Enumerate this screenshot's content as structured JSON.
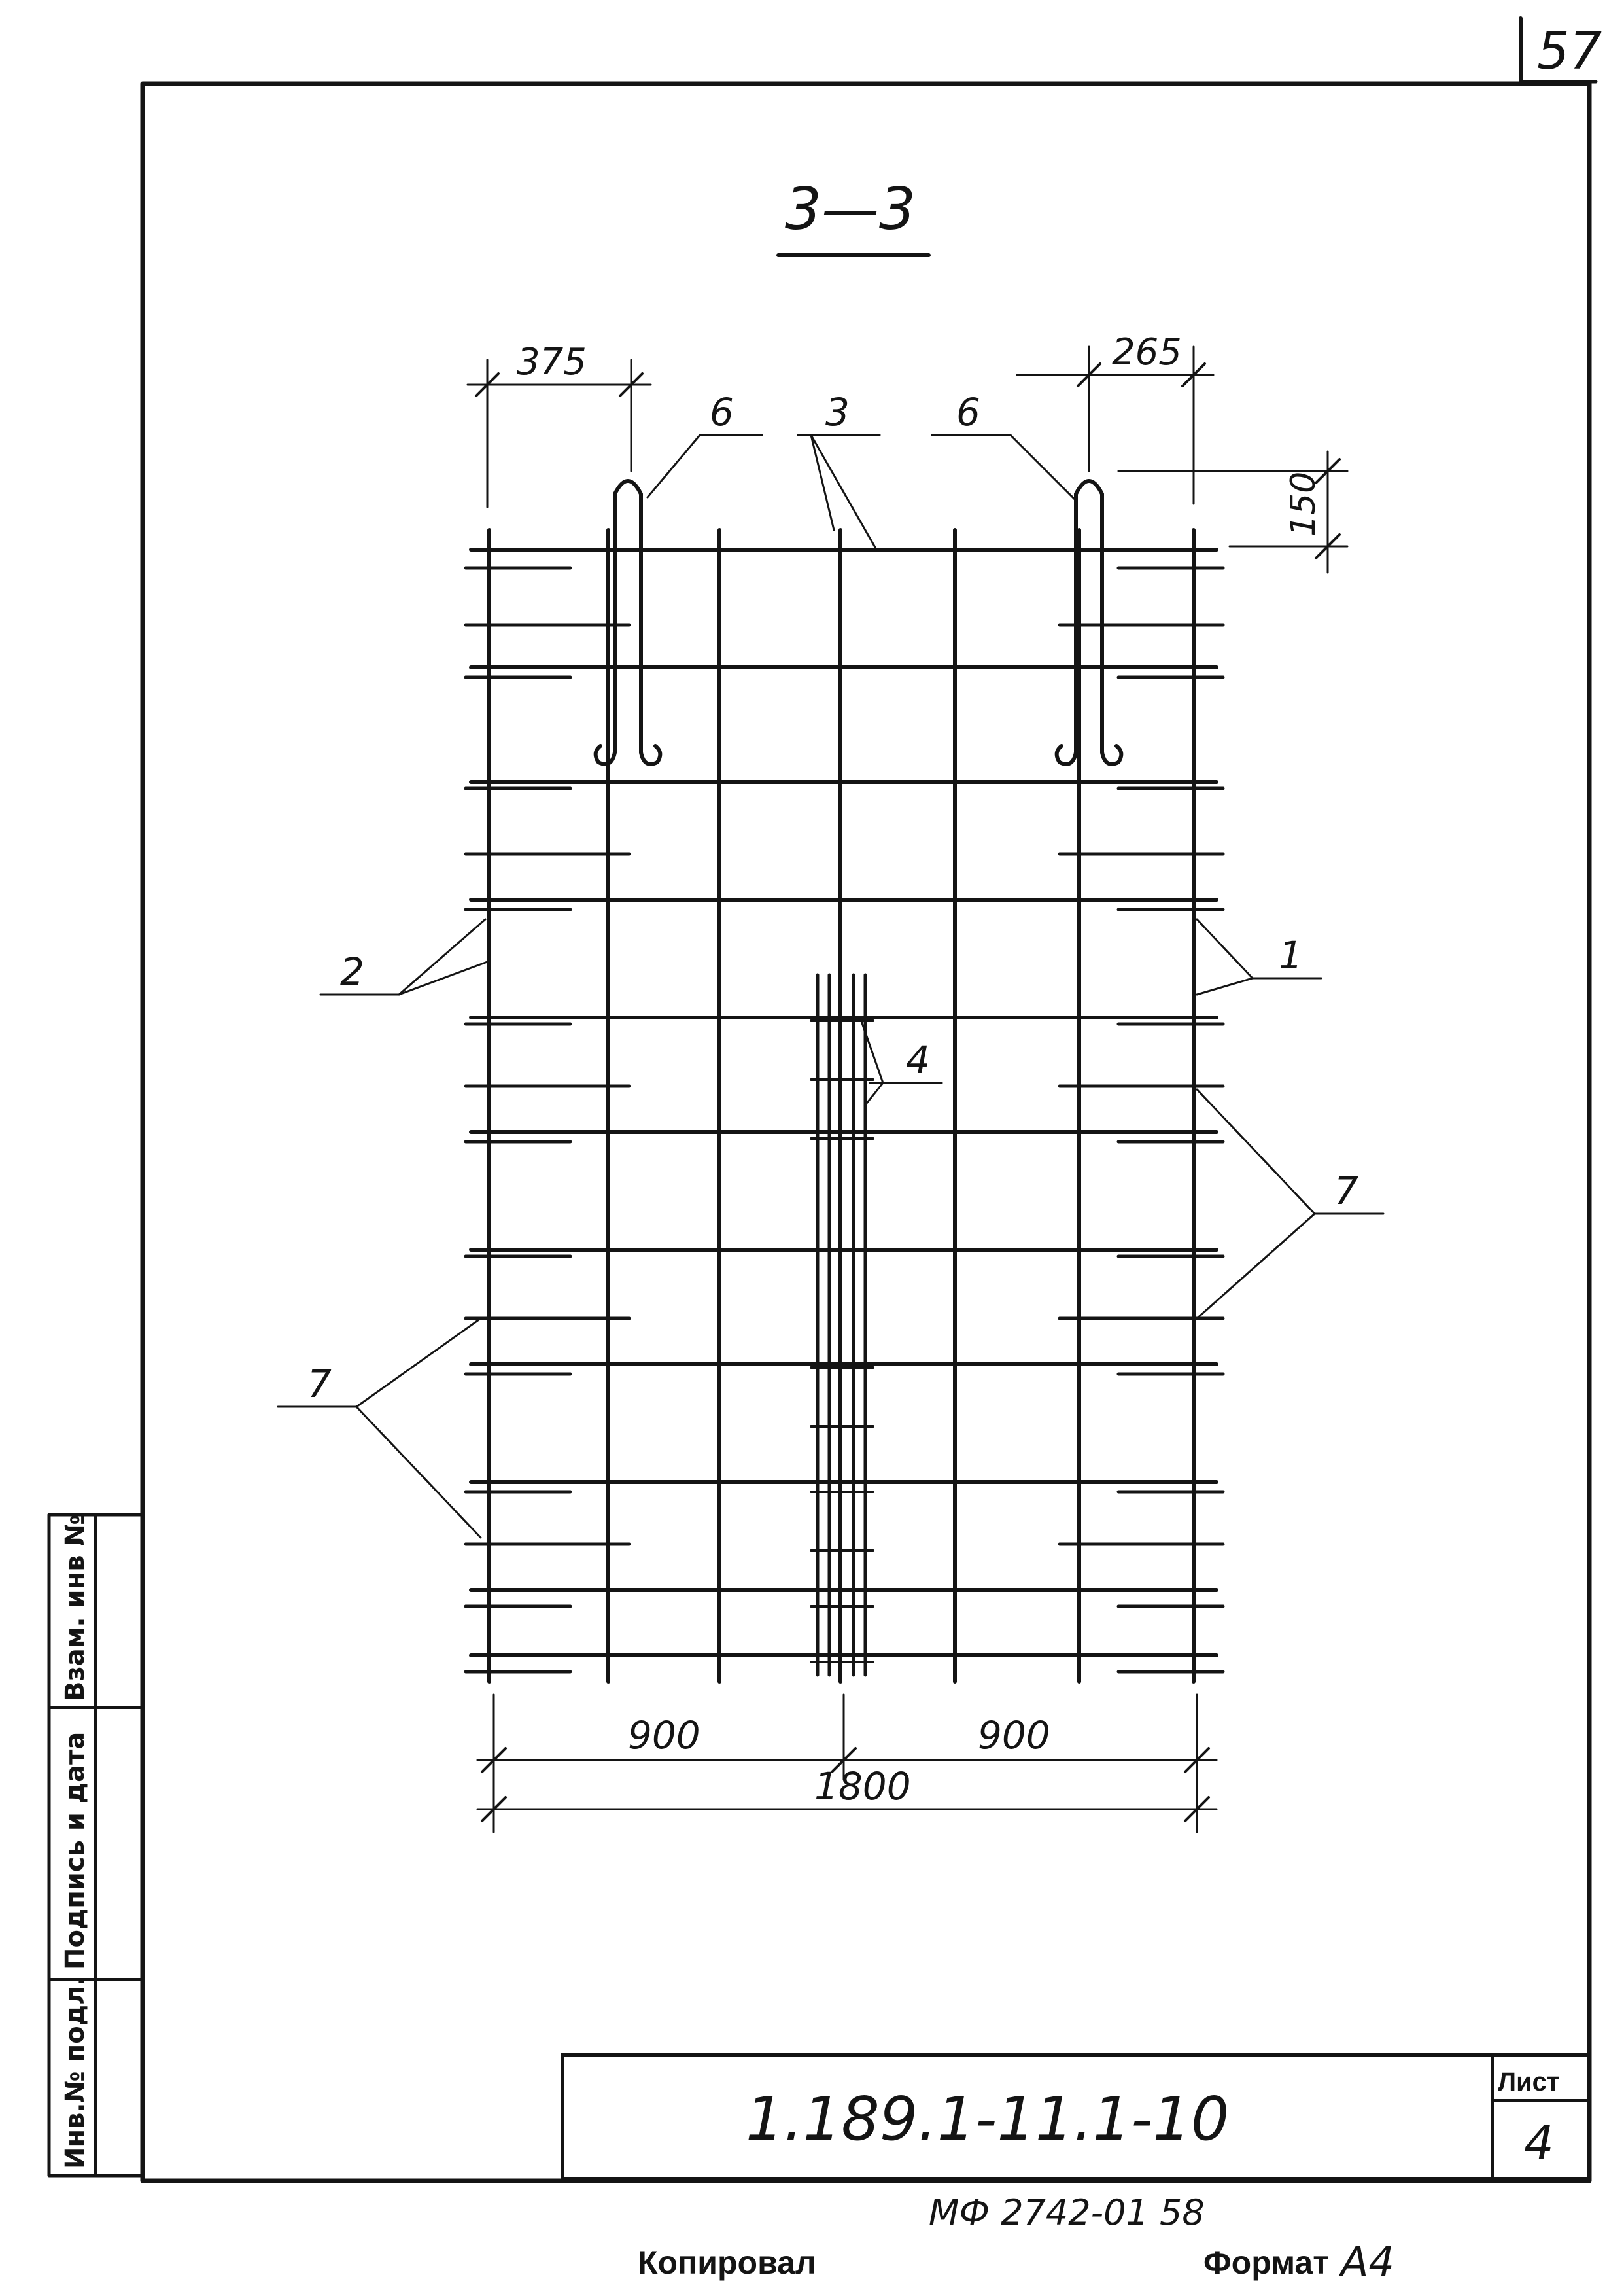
{
  "sheet_number": "57",
  "section_title": "3—3",
  "dimensions": {
    "top_left": "375",
    "top_right": "265",
    "right_vertical": "150",
    "bottom_left_half": "900",
    "bottom_right_half": "900",
    "bottom_total": "1800"
  },
  "callouts": {
    "pos_1": "1",
    "pos_2": "2",
    "pos_3": "3",
    "pos_4": "4",
    "pos_6_left": "6",
    "pos_6_right": "6",
    "pos_7_right": "7",
    "pos_7_left": "7"
  },
  "side_stamp": {
    "inv_podl": "Инв.№ подл.",
    "podpis_data": "Подпись и дата",
    "vzam_inv": "Взам. инв №"
  },
  "title_block": {
    "designation": "1.189.1-11.1-10",
    "sheet_label": "Лист",
    "sheet_value": "4"
  },
  "footer": {
    "archive_code": "МФ 2742-01  58",
    "copied": "Копировал",
    "format_label": "Формат",
    "format_value": "А4"
  }
}
